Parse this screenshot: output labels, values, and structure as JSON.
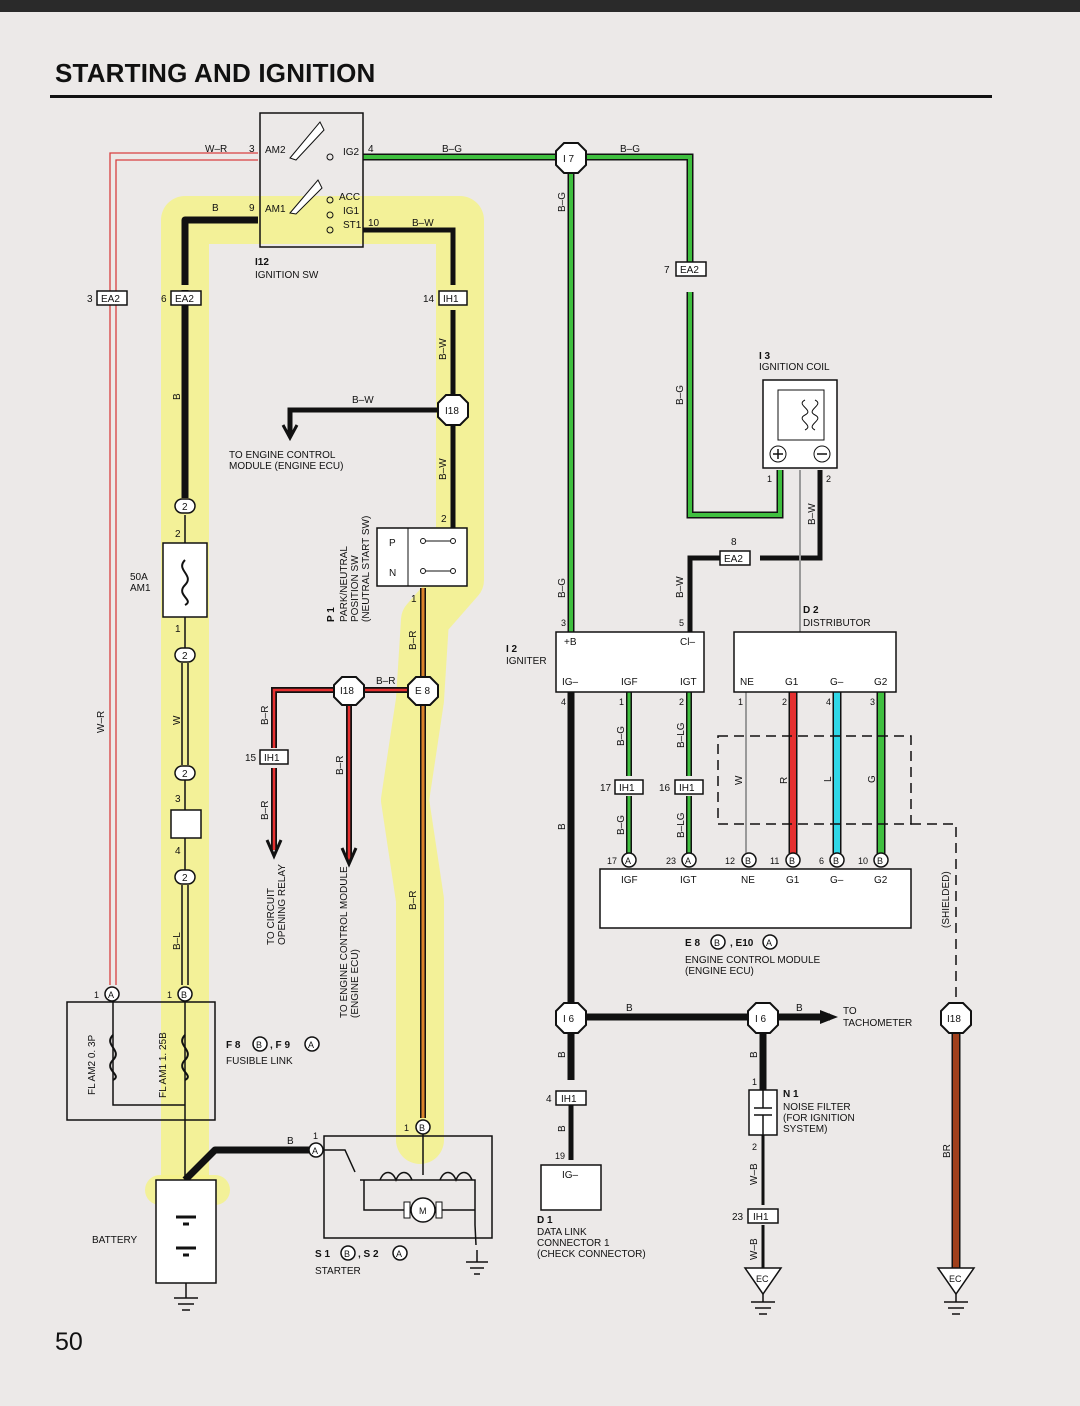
{
  "page": {
    "title": "STARTING AND IGNITION",
    "page_number": "50"
  },
  "colors": {
    "green": "#3fbf3f",
    "red": "#e53030",
    "cyan": "#30d8e8",
    "brown": "#a0401c",
    "orange": "#d9822b",
    "highlight": "#f4f28a",
    "wire_pink": "#d84040"
  },
  "labels": {
    "ignition_sw_id": "I12",
    "ignition_sw_name": "IGNITION SW",
    "am2": "AM2",
    "am1": "AM1",
    "ig2": "IG2",
    "acc": "ACC",
    "ig1": "IG1",
    "st1": "ST1",
    "pin3": "3",
    "pin9": "9",
    "pin4": "4",
    "pin10": "10",
    "pin7": "7",
    "pin6": "6",
    "pin14": "14",
    "pin2": "2",
    "pin1": "1",
    "pin15": "15",
    "pin8": "8",
    "pin5": "5",
    "pin17": "17",
    "pin16": "16",
    "pin23": "23",
    "pin12": "12",
    "pin11": "11",
    "pin19": "19",
    "w_r": "W–R",
    "b": "B",
    "b_g": "B–G",
    "b_w": "B–W",
    "b_r": "B–R",
    "w": "W",
    "b_l": "B–L",
    "r": "R",
    "l": "L",
    "g": "G",
    "b_lg": "B–LG",
    "w_b": "W–B",
    "br": "BR",
    "ea2": "EA2",
    "ih1": "IH1",
    "i18": "I18",
    "i7": "I 7",
    "e8": "E 8",
    "i6": "I 6",
    "to_ecm_1": "TO ENGINE CONTROL",
    "to_ecm_2": "MODULE (ENGINE ECU)",
    "ignition_coil_id": "I 3",
    "ignition_coil_name": "IGNITION COIL",
    "distributor_id": "D 2",
    "distributor_name": "DISTRIBUTOR",
    "igniter_id": "I 2",
    "igniter_name": "IGNITER",
    "igniter_pB": "+B",
    "igniter_cl": "Cl–",
    "igniter_ign": "IG–",
    "igniter_igf": "IGF",
    "igniter_igt": "IGT",
    "dist_ne": "NE",
    "dist_g1": "G1",
    "dist_gm": "G–",
    "dist_g2": "G2",
    "park_id": "P 1",
    "park_name_1": "PARK/NEUTRAL",
    "park_name_2": "POSITION SW",
    "park_name_3": "(NEUTRAL START SW)",
    "park_p": "P",
    "park_n": "N",
    "fuse_50a": "50A",
    "fuse_am1": "AM1",
    "to_circuit_1": "TO CIRCUIT",
    "to_circuit_2": "OPENING RELAY",
    "to_ecm_v1": "TO ENGINE CONTROL MODULE",
    "to_ecm_v2": "(ENGINE ECU)",
    "ecm_ref": "E 8",
    "ecm_ref2": ", E10",
    "ecm_name_1": "ENGINE CONTROL MODULE",
    "ecm_name_2": "(ENGINE ECU)",
    "shielded": "(SHIELDED)",
    "to_tach_1": "TO",
    "to_tach_2": "TACHOMETER",
    "fusible_ref": "F 8",
    "fusible_ref2": ", F 9",
    "fusible_name": "FUSIBLE LINK",
    "fl_am2": "FL AM2 0. 3P",
    "fl_am1": "FL AM1 1. 25B",
    "battery": "BATTERY",
    "starter_ref": "S 1",
    "starter_ref2": ", S 2",
    "starter_name": "STARTER",
    "motor": "M",
    "dlc_id": "D 1",
    "dlc_1": "DATA LINK",
    "dlc_2": "CONNECTOR 1",
    "dlc_3": "(CHECK CONNECTOR)",
    "noise_id": "N 1",
    "noise_1": "NOISE FILTER",
    "noise_2": "(FOR IGNITION",
    "noise_3": "SYSTEM)",
    "ec": "EC",
    "a": "A",
    "bb": "B",
    "two": "2",
    "three": "3",
    "four": "4"
  }
}
